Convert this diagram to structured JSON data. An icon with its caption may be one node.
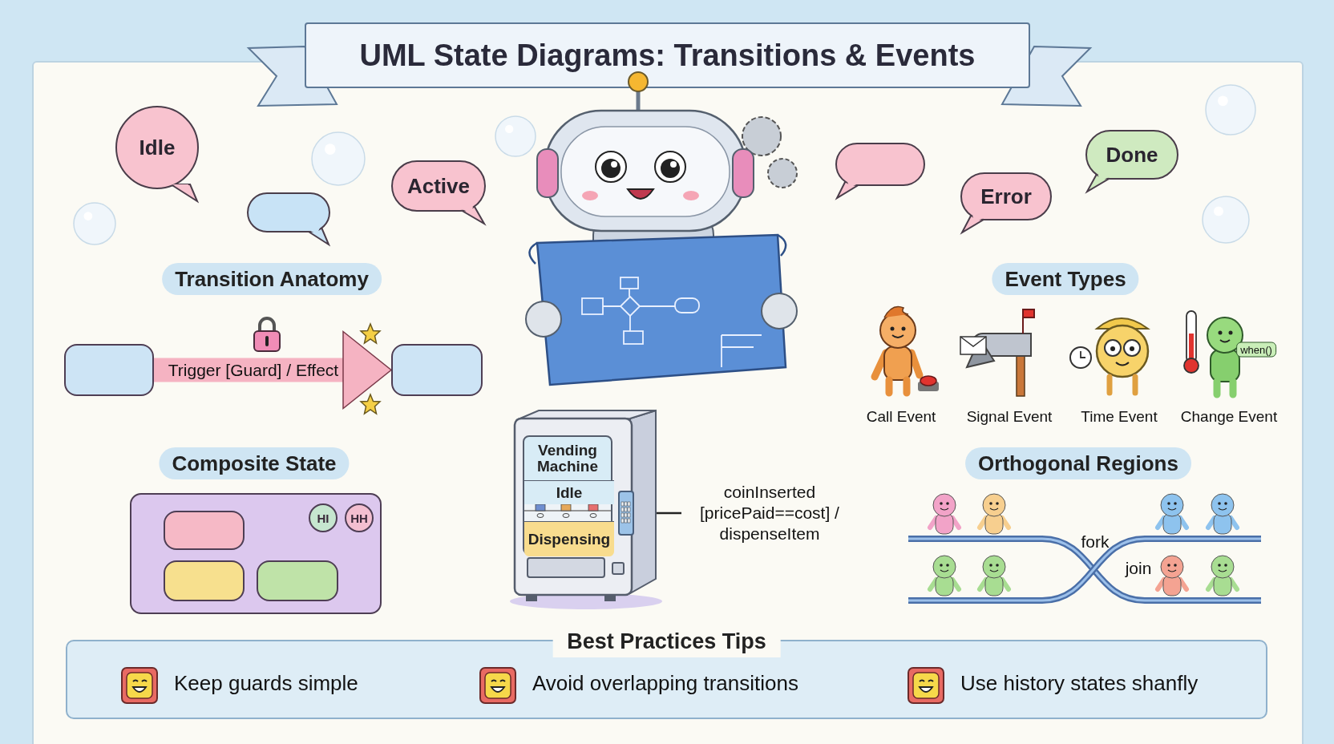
{
  "diagram": {
    "title": "UML State Diagrams: Transitions & Events",
    "nodes": [
      {
        "text": [
          "Idle"
        ]
      },
      {
        "text": [],
        "shape": "bubble"
      },
      {
        "text": [
          "Active"
        ]
      },
      {
        "text": [],
        "shape": "bubble"
      },
      {
        "text": [
          "Error"
        ]
      },
      {
        "text": [
          "Done"
        ]
      },
      {
        "text": [
          "Transition Anatomy"
        ]
      },
      {
        "text": [
          "Event Types"
        ]
      },
      {
        "text": [],
        "shape": "box"
      },
      {
        "text": [],
        "shape": "box"
      },
      {
        "text": [
          "Composite State"
        ]
      },
      {
        "text": [
          "Orthogonal Regions"
        ]
      },
      {
        "text": [],
        "shape": "box"
      },
      {
        "text": [],
        "shape": "box",
        "in": 12
      },
      {
        "text": [
          "HI"
        ],
        "in": 12
      },
      {
        "text": [
          "HH"
        ],
        "in": 12
      },
      {
        "text": [],
        "shape": "box",
        "in": 12
      },
      {
        "text": [],
        "shape": "box",
        "in": 12
      },
      {
        "text": [
          "Vending Machine"
        ]
      },
      {
        "text": [
          "Idle"
        ],
        "in": 18
      },
      {
        "text": [
          "Dispensing"
        ],
        "in": 18
      },
      {
        "text": [],
        "shape": "keypad"
      },
      {
        "text": [
          "coinInserted [pricePaid==cost] / dispenseItem"
        ]
      },
      {
        "text": [
          "Best Practices Tips",
          "Keep guards simple",
          "Avoid overlapping transitions",
          "Use history states shanfly"
        ]
      }
    ],
    "edges": [
      {
        "from": 8,
        "to": 9,
        "arrow": "to",
        "label": "Trigger [Guard] / Effect",
        "style": "thick",
        "color": "#f5b3c2"
      },
      {
        "from": 22,
        "to": 21,
        "arrow": "to",
        "color": "#222222"
      }
    ],
    "labels": [
      "Call Event",
      "Signal Event",
      "Time Event",
      "Change Event",
      "when()",
      "fork",
      "join"
    ]
  }
}
